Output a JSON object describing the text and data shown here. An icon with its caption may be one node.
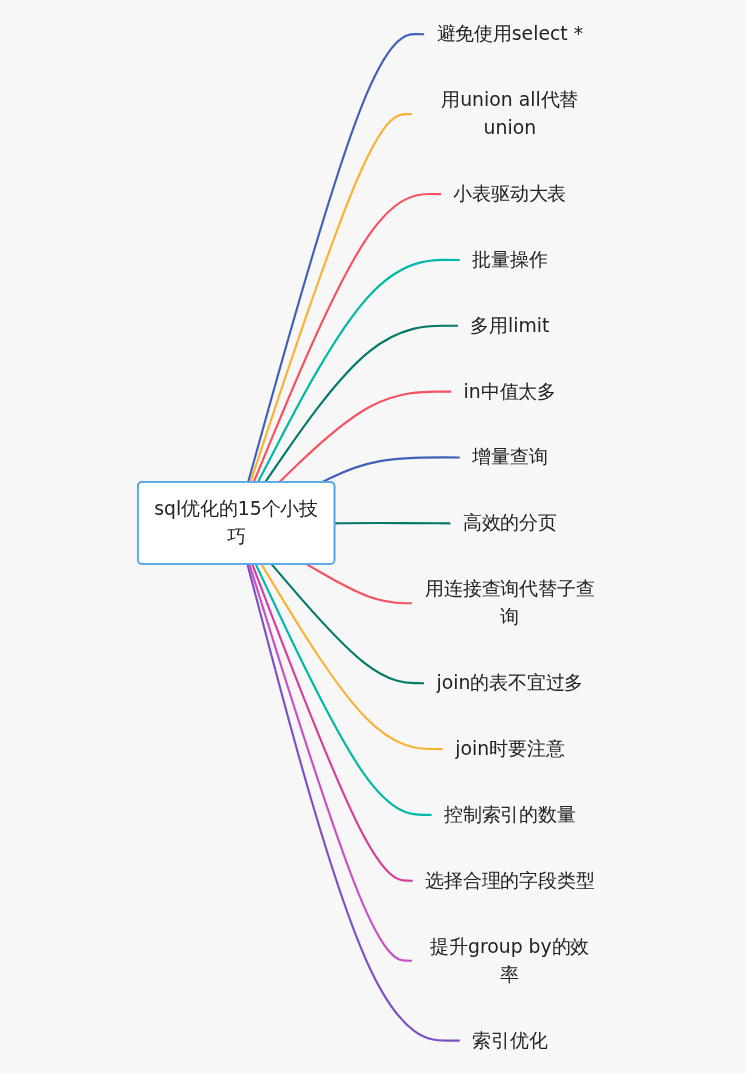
{
  "diagram": {
    "nodes": [
      {
        "text": [
          "sql优化的15个小技巧"
        ]
      },
      {
        "text": [
          "避免使用select *"
        ]
      },
      {
        "text": [
          "用union all代替union"
        ]
      },
      {
        "text": [
          "小表驱动大表"
        ]
      },
      {
        "text": [
          "批量操作"
        ]
      },
      {
        "text": [
          "多用limit"
        ]
      },
      {
        "text": [
          "in中值太多"
        ]
      },
      {
        "text": [
          "增量查询"
        ]
      },
      {
        "text": [
          "高效的分页"
        ]
      },
      {
        "text": [
          "用连接查询代替子查询"
        ]
      },
      {
        "text": [
          "join的表不宜过多"
        ]
      },
      {
        "text": [
          "join时要注意"
        ]
      },
      {
        "text": [
          "控制索引的数量"
        ]
      },
      {
        "text": [
          "选择合理的字段类型"
        ]
      },
      {
        "text": [
          "提升group by的效率"
        ]
      },
      {
        "text": [
          "索引优化"
        ]
      }
    ],
    "edges": [
      {
        "from": 0,
        "to": 1,
        "arrow": "none",
        "color": "#3f5fb8"
      },
      {
        "from": 0,
        "to": 2,
        "arrow": "none",
        "color": "#f9b233"
      },
      {
        "from": 0,
        "to": 3,
        "arrow": "none",
        "color": "#f5515f"
      },
      {
        "from": 0,
        "to": 4,
        "arrow": "none",
        "color": "#00b8a9"
      },
      {
        "from": 0,
        "to": 5,
        "arrow": "none",
        "color": "#00796b"
      },
      {
        "from": 0,
        "to": 6,
        "arrow": "none",
        "color": "#f5515f"
      },
      {
        "from": 0,
        "to": 7,
        "arrow": "none",
        "color": "#3f5fb8"
      },
      {
        "from": 0,
        "to": 8,
        "arrow": "none",
        "color": "#00796b"
      },
      {
        "from": 0,
        "to": 9,
        "arrow": "none",
        "color": "#f5515f"
      },
      {
        "from": 0,
        "to": 10,
        "arrow": "none",
        "color": "#00796b"
      },
      {
        "from": 0,
        "to": 11,
        "arrow": "none",
        "color": "#f9b233"
      },
      {
        "from": 0,
        "to": 12,
        "arrow": "none",
        "color": "#00b8a9"
      },
      {
        "from": 0,
        "to": 13,
        "arrow": "none",
        "color": "#d63c9c"
      },
      {
        "from": 0,
        "to": 14,
        "arrow": "none",
        "color": "#c94fc7"
      },
      {
        "from": 0,
        "to": 15,
        "arrow": "none",
        "color": "#7d4fc4"
      }
    ]
  }
}
